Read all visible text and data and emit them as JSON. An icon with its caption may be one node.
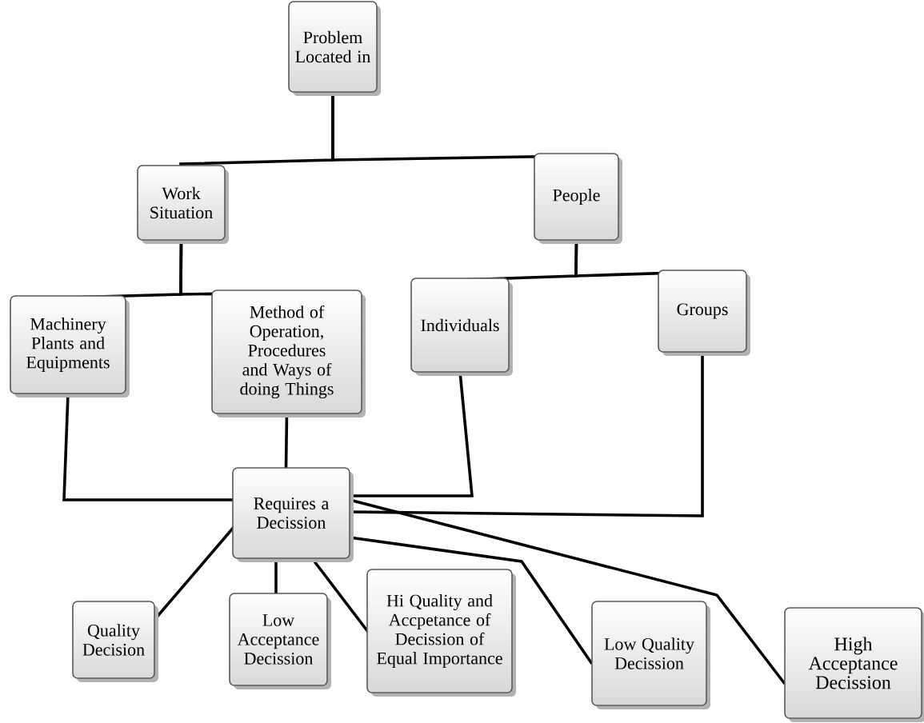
{
  "diagram": {
    "nodes": [
      {
        "text": [
          "Problem Located in"
        ]
      },
      {
        "text": [
          "Work Situation"
        ]
      },
      {
        "text": [
          "People"
        ]
      },
      {
        "text": [
          "Machinery Plants and Equipments"
        ]
      },
      {
        "text": [
          "Method of Operation, Procedures and Ways of doing Things"
        ]
      },
      {
        "text": [
          "Individuals"
        ]
      },
      {
        "text": [
          "Groups"
        ]
      },
      {
        "text": [
          "Requires a Decission"
        ]
      },
      {
        "text": [
          "Quality Decision"
        ]
      },
      {
        "text": [
          "Low Acceptance Decission"
        ]
      },
      {
        "text": [
          "Hi Quality and Accpetance of Decission of Equal Importance"
        ]
      },
      {
        "text": [
          "Low Quality Decission"
        ]
      },
      {
        "text": [
          "High Acceptance Decission"
        ]
      }
    ],
    "edges": [
      {
        "from": 0,
        "to": 1,
        "arrow": "none"
      },
      {
        "from": 0,
        "to": 2,
        "arrow": "none"
      },
      {
        "from": 1,
        "to": 3,
        "arrow": "none"
      },
      {
        "from": 1,
        "to": 4,
        "arrow": "none"
      },
      {
        "from": 2,
        "to": 5,
        "arrow": "none"
      },
      {
        "from": 2,
        "to": 6,
        "arrow": "none"
      },
      {
        "from": 3,
        "to": 7,
        "arrow": "none"
      },
      {
        "from": 4,
        "to": 7,
        "arrow": "none"
      },
      {
        "from": 5,
        "to": 7,
        "arrow": "none"
      },
      {
        "from": 6,
        "to": 7,
        "arrow": "none"
      },
      {
        "from": 7,
        "to": 8,
        "arrow": "none"
      },
      {
        "from": 7,
        "to": 9,
        "arrow": "none"
      },
      {
        "from": 7,
        "to": 10,
        "arrow": "none"
      },
      {
        "from": 7,
        "to": 11,
        "arrow": "none"
      },
      {
        "from": 7,
        "to": 12,
        "arrow": "none"
      }
    ]
  }
}
